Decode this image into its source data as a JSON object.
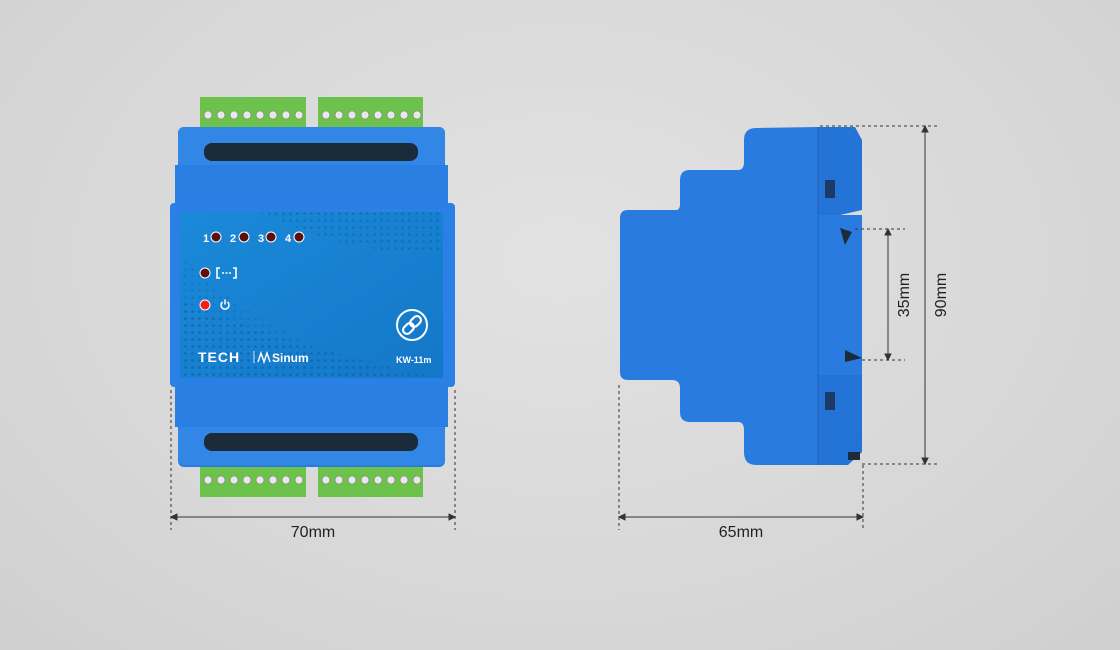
{
  "front_view": {
    "led_labels": [
      "1",
      "2",
      "3",
      "4"
    ],
    "brand": "TECH",
    "sub_brand": "Sinum",
    "model": "KW-11m",
    "width_label": "70mm"
  },
  "side_view": {
    "depth_label": "65mm",
    "height_label": "90mm",
    "rail_label": "35mm"
  },
  "colors": {
    "housing": "#2a7be0",
    "panel": "#1e88d8",
    "terminal": "#6cc24a",
    "led_off": "#5a1010",
    "led_on": "#ff1a1a"
  }
}
